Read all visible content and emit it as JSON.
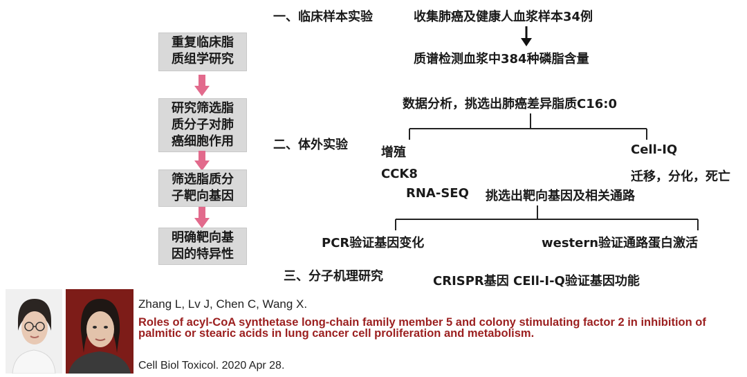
{
  "flow": {
    "steps": [
      {
        "line1": "重复临床脂",
        "line2": "质组学研究"
      },
      {
        "line1": "研究筛选脂",
        "line2": "质分子对肺",
        "line3": "癌细胞作用"
      },
      {
        "line1": "筛选脂质分",
        "line2": "子靶向基因"
      },
      {
        "line1": "明确靶向基",
        "line2": "因的特异性"
      }
    ],
    "arrow_color": "#e26a8c"
  },
  "sections": {
    "s1": {
      "heading": "一、临床样本实验",
      "collect": "收集肺癌及健康人血浆样本34例",
      "ms": "质谱检测血浆中384种磷脂含量"
    },
    "s2": {
      "analysis": "数据分析，挑选出肺癌差异脂质C16:0",
      "heading": "二、体外实验",
      "prolif": "增殖",
      "cck8": "CCK8",
      "cellq": "Cell-IQ",
      "cellq_detail": "迁移，分化，死亡",
      "rnaseq": "RNA-SEQ",
      "select_genes": "挑选出靶向基因及相关通路",
      "pcr": "PCR验证基因变化",
      "western": "western验证通路蛋白激活"
    },
    "s3": {
      "heading": "三、分子机理研究",
      "crispr": "CRISPR基因 CEll-I-Q验证基因功能"
    }
  },
  "reference": {
    "authors": "Zhang L, Lv J, Chen C, Wang X.",
    "title": "Roles of acyl-CoA synthetase long-chain family member 5 and colony stimulating factor 2 in inhibition of palmitic or stearic acids in lung cancer cell proliferation and metabolism.",
    "journal": "Cell Biol Toxicol. 2020 Apr 28.",
    "title_color": "#9b1f1f"
  }
}
